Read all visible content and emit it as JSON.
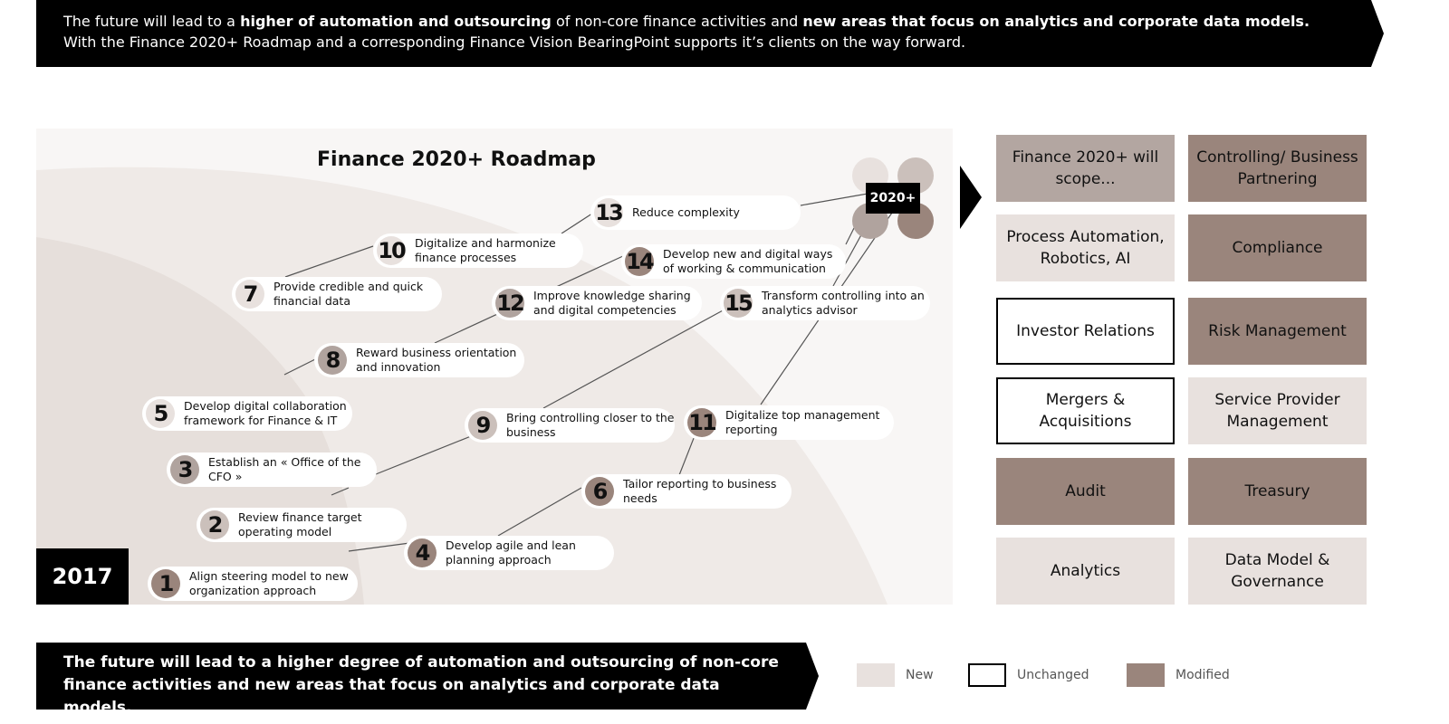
{
  "top_banner": {
    "p1": "The future will lead to a ",
    "b1": "higher of automation and outsourcing",
    "p2": " of non-core finance activities and ",
    "b2": "new areas that focus on analytics and corporate data models.",
    "line2": "With the Finance 2020+ Roadmap and a corresponding Finance Vision BearingPoint supports it’s clients on the way forward."
  },
  "roadmap": {
    "title": "Finance 2020+ Roadmap",
    "start": "2017",
    "end": "2020+",
    "items": [
      {
        "n": "1",
        "text": "Align steering model to new organization approach"
      },
      {
        "n": "2",
        "text": "Review finance target operating model"
      },
      {
        "n": "3",
        "text": "Establish an « Office of the CFO »"
      },
      {
        "n": "4",
        "text": "Develop agile and lean planning approach"
      },
      {
        "n": "5",
        "text": "Develop digital collaboration framework for Finance & IT"
      },
      {
        "n": "6",
        "text": "Tailor reporting to business needs"
      },
      {
        "n": "7",
        "text": "Provide credible and quick financial data"
      },
      {
        "n": "8",
        "text": "Reward business orientation and innovation"
      },
      {
        "n": "9",
        "text": "Bring controlling closer to the business"
      },
      {
        "n": "10",
        "text": "Digitalize and harmonize finance processes"
      },
      {
        "n": "11",
        "text": "Digitalize top management reporting"
      },
      {
        "n": "12",
        "text": "Improve knowledge sharing and digital competencies"
      },
      {
        "n": "13",
        "text": "Reduce complexity"
      },
      {
        "n": "14",
        "text": "Develop new and digital ways of working & communication"
      },
      {
        "n": "15",
        "text": "Transform controlling into an analytics advisor"
      }
    ]
  },
  "scope": [
    {
      "label": "Finance 2020+ will scope...",
      "status": "header"
    },
    {
      "label": "Controlling/ Business Partnering",
      "status": "Modified"
    },
    {
      "label": "Process Automation, Robotics, AI",
      "status": "New"
    },
    {
      "label": "Compliance",
      "status": "Modified"
    },
    {
      "label": "Investor Relations",
      "status": "Unchanged"
    },
    {
      "label": "Risk Management",
      "status": "Modified"
    },
    {
      "label": "Mergers & Acquisitions",
      "status": "Unchanged"
    },
    {
      "label": "Service Provider Management",
      "status": "New"
    },
    {
      "label": "Audit",
      "status": "Modified"
    },
    {
      "label": "Treasury",
      "status": "Modified"
    },
    {
      "label": "Analytics",
      "status": "New"
    },
    {
      "label": "Data Model & Governance",
      "status": "New"
    }
  ],
  "bottom_banner": "The future will lead to a higher degree of automation and outsourcing of non-core finance activities and new areas that focus on analytics and corporate data models.",
  "legend": {
    "new": "New",
    "unchanged": "Unchanged",
    "modified": "Modified"
  },
  "colors": {
    "new": "#e8e1de",
    "modified": "#9a857c",
    "black": "#000000"
  }
}
